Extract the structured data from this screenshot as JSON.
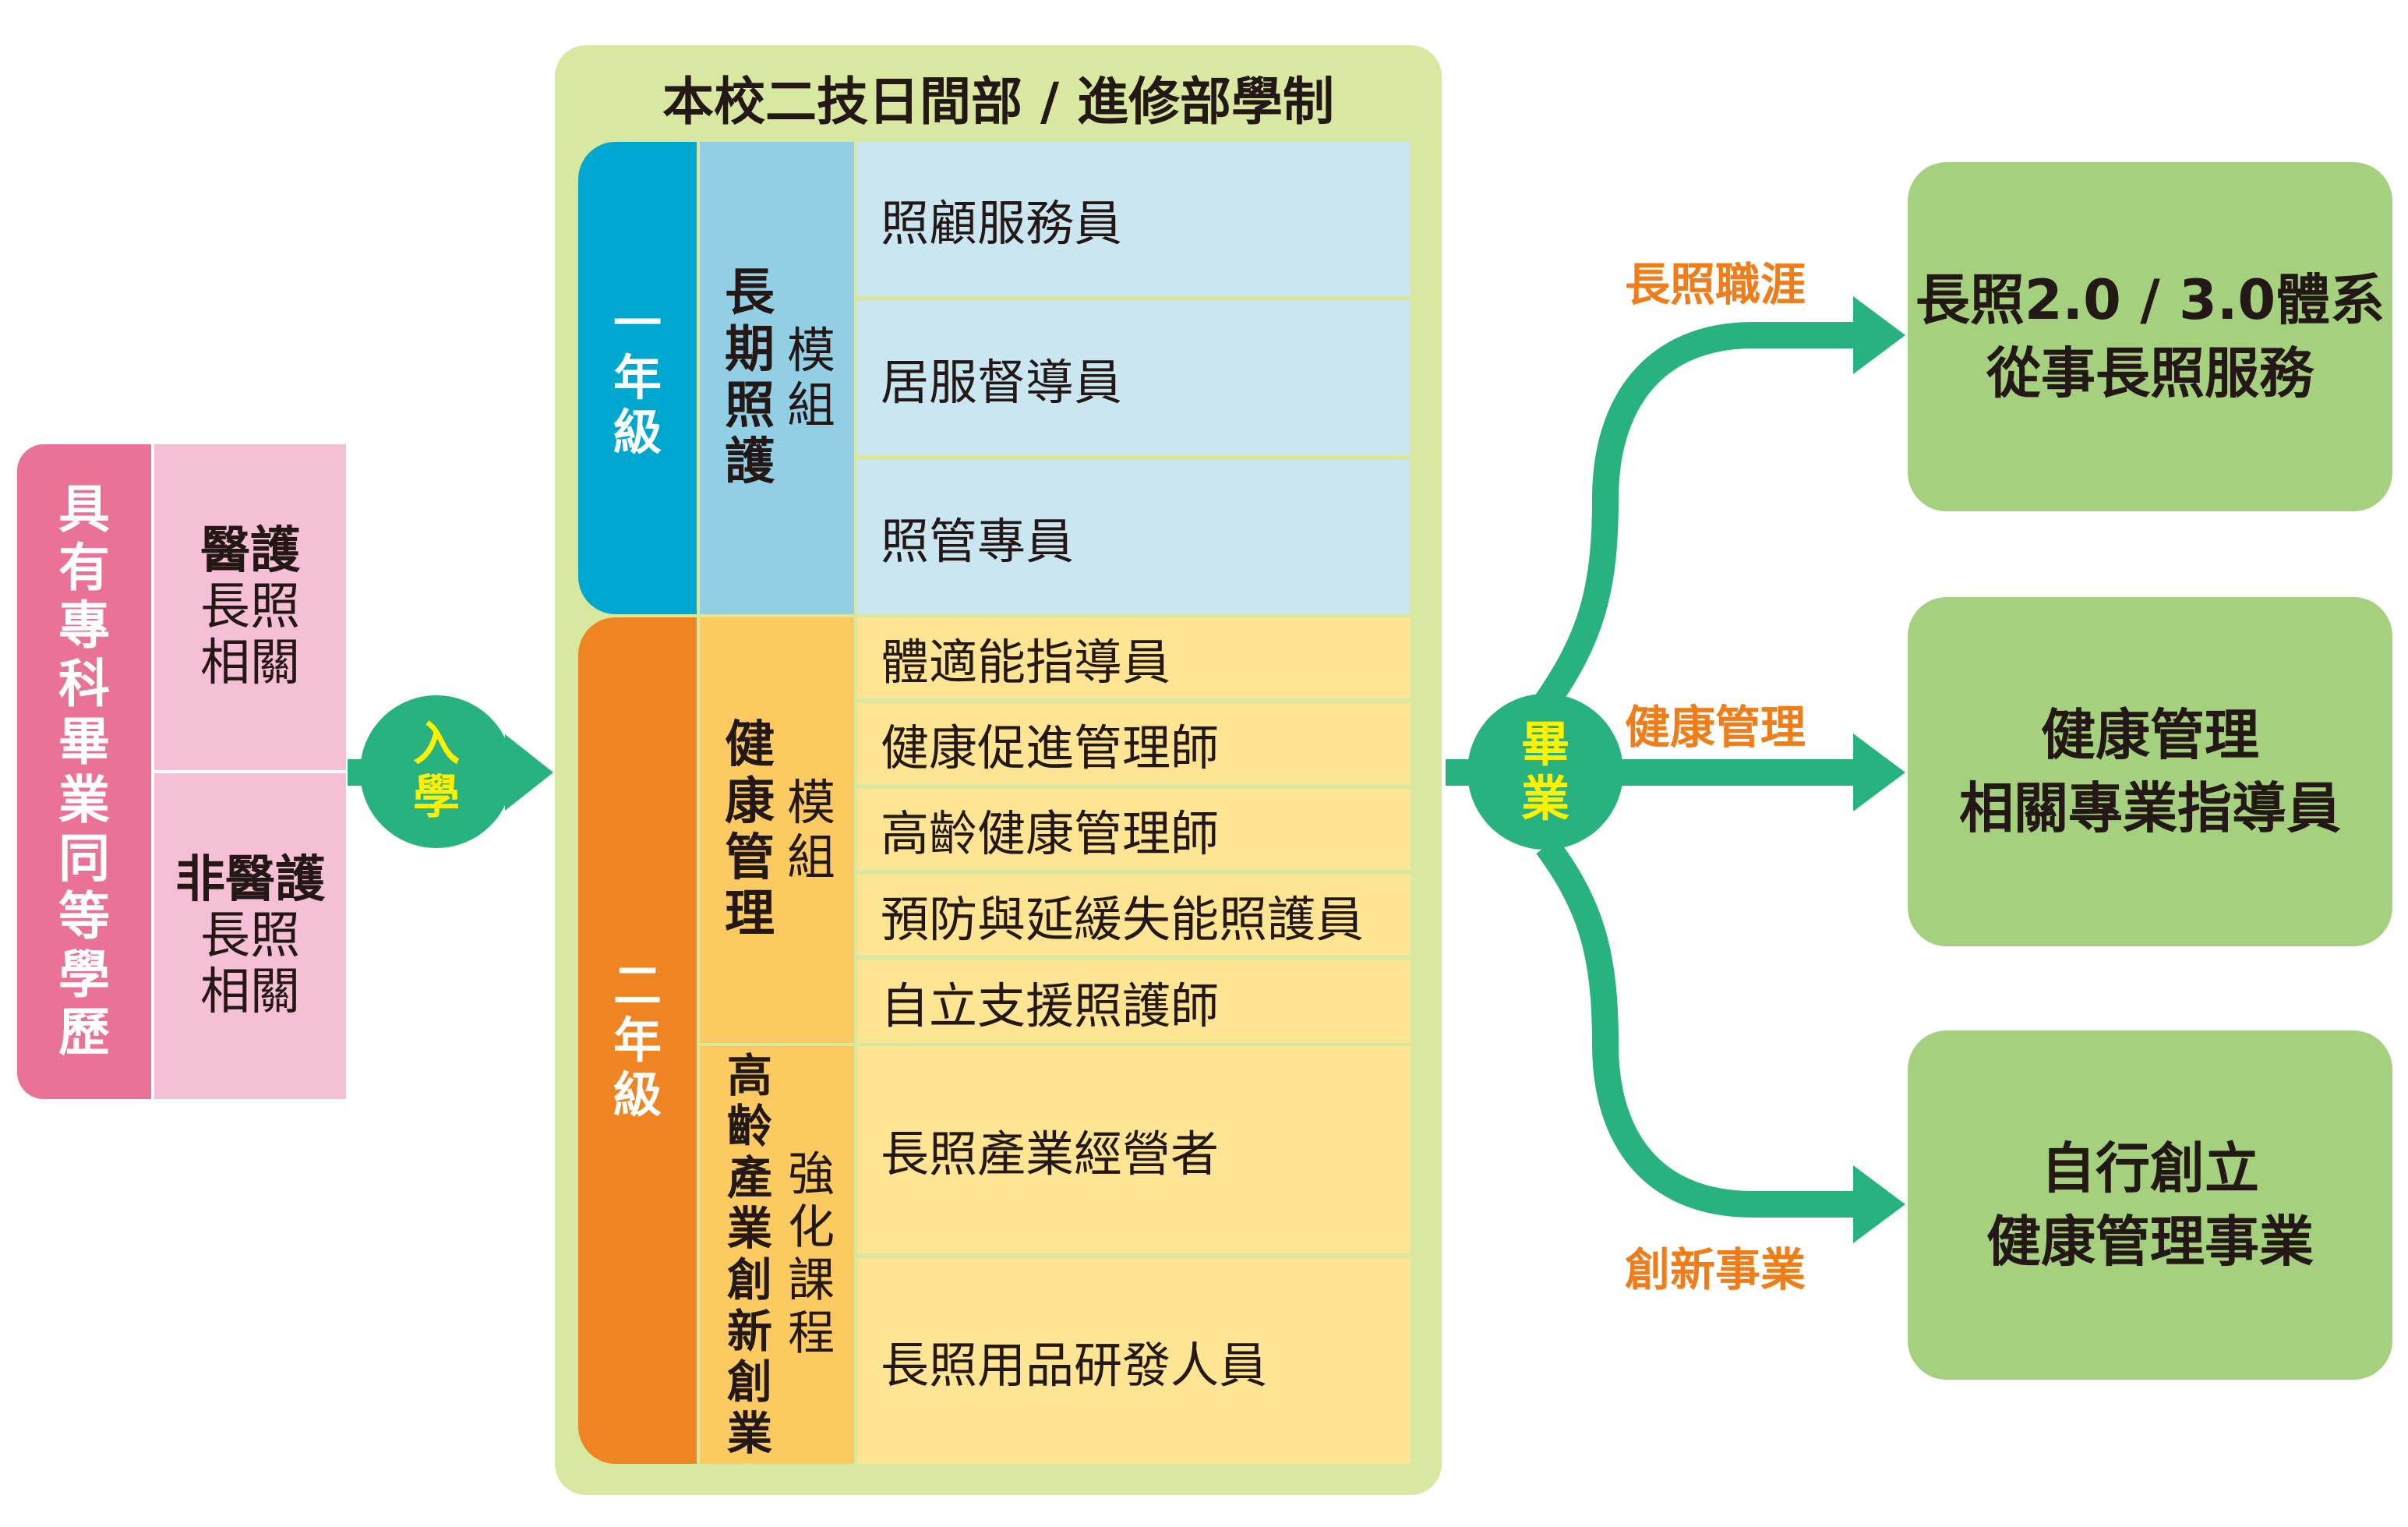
{
  "left": {
    "requirement": "具有專科畢業同等學歷",
    "medical": [
      "醫護",
      "長照",
      "相關"
    ],
    "non_medical": [
      "非醫護",
      "長照",
      "相關"
    ]
  },
  "enter_badge": "入學",
  "graduate_badge": "畢業",
  "program": {
    "title": "本校二技日間部 / 進修部學制",
    "year1": {
      "label": "一年級",
      "module_name": "長期照護",
      "module_suffix": "模組",
      "roles": [
        "照顧服務員",
        "居服督導員",
        "照管專員"
      ]
    },
    "year2": {
      "label": "二年級",
      "health_module_name": "健康管理",
      "health_module_suffix": "模組",
      "health_roles": [
        "體適能指導員",
        "健康促進管理師",
        "高齡健康管理師",
        "預防與延緩失能照護員",
        "自立支援照護師"
      ],
      "elder_module_name": "高齡產業創新創業",
      "elder_module_suffix": "強化課程",
      "elder_roles": [
        "長照產業經營者",
        "長照用品研發人員"
      ]
    }
  },
  "careers": [
    {
      "label": "長照職涯",
      "lines": [
        "長照2.0 / 3.0體系",
        "從事長照服務"
      ]
    },
    {
      "label": "健康管理",
      "lines": [
        "健康管理",
        "相關專業指導員"
      ]
    },
    {
      "label": "創新事業",
      "lines": [
        "自行創立",
        "健康管理事業"
      ]
    }
  ],
  "colors": {
    "requirement_pink": "#e97296",
    "light_pink": "#f5bfd6",
    "program_green": "#d8e8a0",
    "year1_blue": "#00a8d0",
    "module_blue": "#92cfe4",
    "cell_blue": "#cae6f1",
    "year2_orange": "#ef8522",
    "module_yellow": "#fbcb61",
    "cell_yellow": "#fde594",
    "arrow_green": "#27b27f",
    "outcome_green": "#a5d07e",
    "label_orange": "#ef7d1a",
    "badge_yellow": "#fff100"
  }
}
